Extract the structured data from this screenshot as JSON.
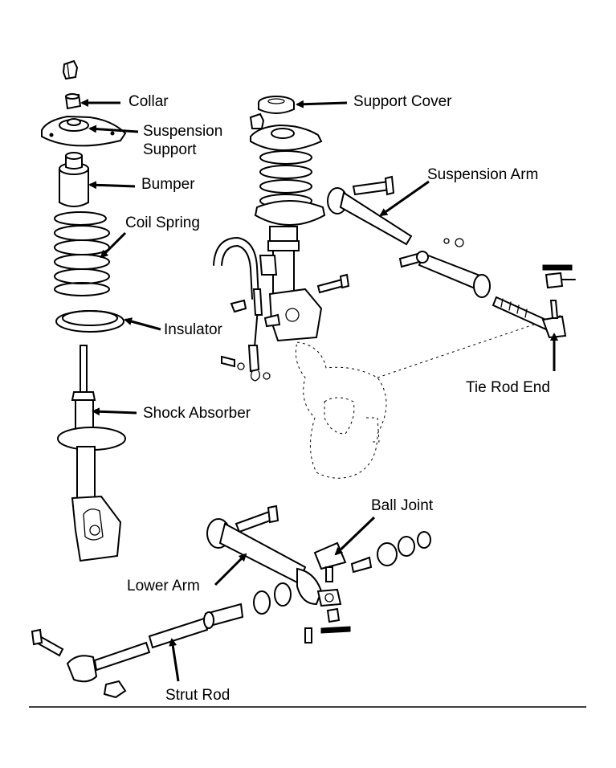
{
  "labels": {
    "collar": "Collar",
    "suspension_support": "Suspension\nSupport",
    "bumper": "Bumper",
    "coil_spring": "Coil Spring",
    "insulator": "Insulator",
    "shock_absorber": "Shock Absorber",
    "support_cover": "Support Cover",
    "suspension_arm": "Suspension Arm",
    "tie_rod_end": "Tie Rod End",
    "ball_joint": "Ball Joint",
    "lower_arm": "Lower Arm",
    "strut_rod": "Strut Rod"
  }
}
